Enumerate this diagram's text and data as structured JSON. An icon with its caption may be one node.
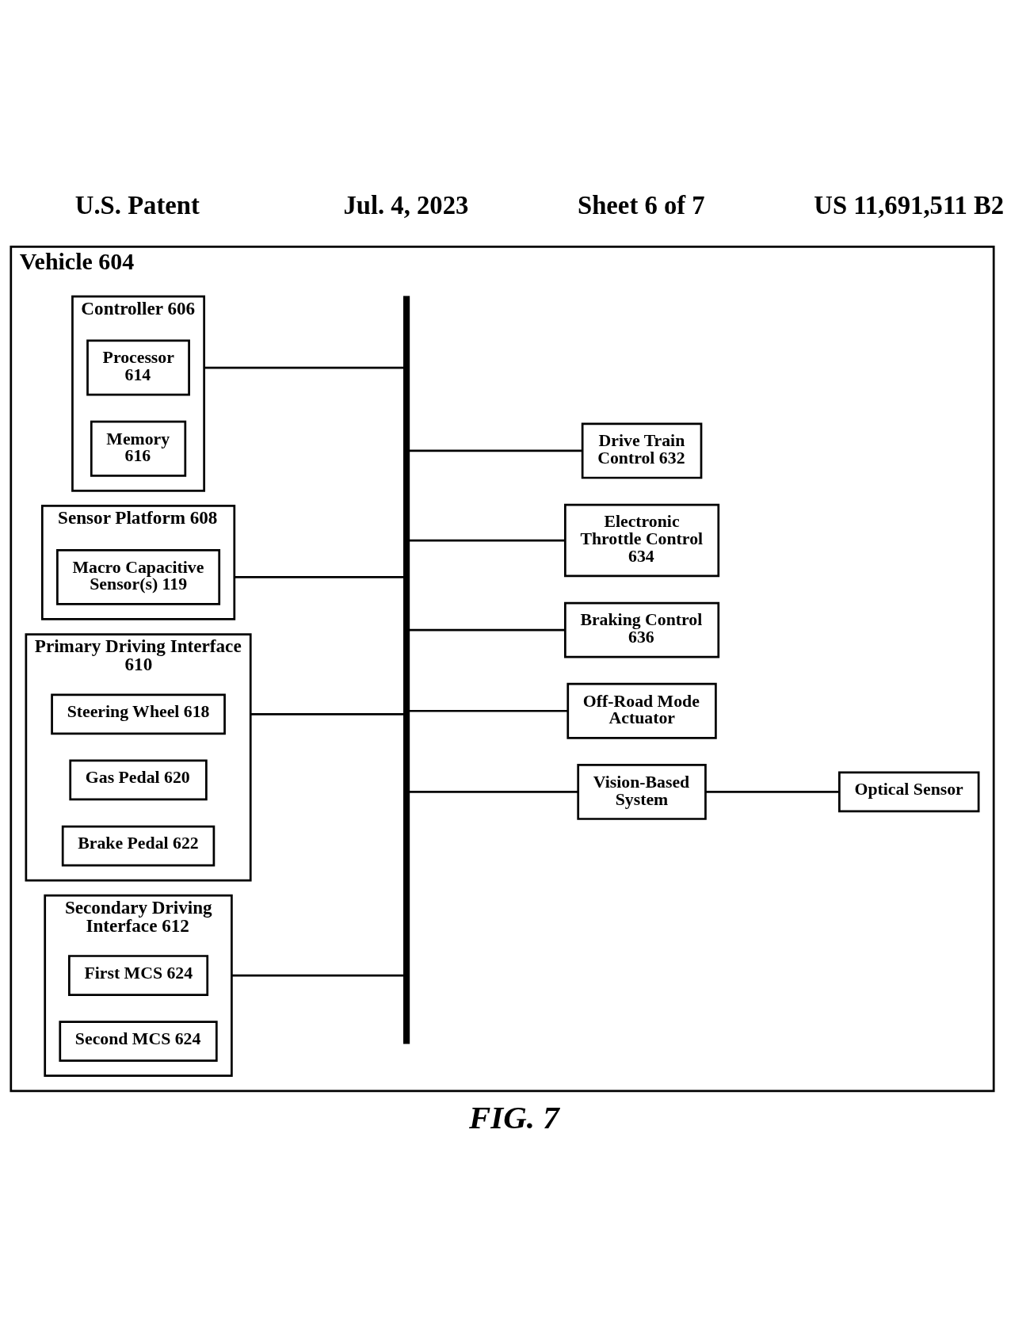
{
  "diagram": {
    "caption": "FIG. 7",
    "nodes": [
      {
        "text": [
          "Vehicle 604"
        ]
      },
      {
        "text": [
          "Controller 606"
        ],
        "in": 0
      },
      {
        "text": [
          "Processor 614"
        ],
        "in": 1
      },
      {
        "text": [
          "Memory 616"
        ],
        "in": 1
      },
      {
        "text": [
          "Sensor Platform 608"
        ],
        "in": 0
      },
      {
        "text": [
          "Macro Capacitive Sensor(s) 119"
        ],
        "in": 4
      },
      {
        "text": [
          "Primary Driving Interface 610"
        ],
        "in": 0
      },
      {
        "text": [
          "Steering Wheel 618"
        ],
        "in": 6
      },
      {
        "text": [
          "Gas Pedal 620"
        ],
        "in": 6
      },
      {
        "text": [
          "Brake Pedal 622"
        ],
        "in": 6
      },
      {
        "text": [
          "Secondary Driving Interface 612"
        ],
        "in": 0
      },
      {
        "text": [
          "First MCS 624"
        ],
        "in": 10
      },
      {
        "text": [
          "Second MCS 624"
        ],
        "in": 10
      },
      {
        "text": [],
        "shape": "bar",
        "in": 0
      },
      {
        "text": [
          "Drive Train Control 632"
        ],
        "in": 0
      },
      {
        "text": [
          "Electronic Throttle Control 634"
        ],
        "in": 0
      },
      {
        "text": [
          "Braking Control 636"
        ],
        "in": 0
      },
      {
        "text": [
          "Off-Road Mode Actuator"
        ],
        "in": 0
      },
      {
        "text": [
          "Vision-Based System"
        ],
        "in": 0
      },
      {
        "text": [
          "Optical Sensor"
        ],
        "in": 0
      }
    ],
    "edges": [
      {
        "from": 1,
        "to": 13,
        "arrow": "none"
      },
      {
        "from": 4,
        "to": 13,
        "arrow": "none"
      },
      {
        "from": 6,
        "to": 13,
        "arrow": "none"
      },
      {
        "from": 10,
        "to": 13,
        "arrow": "none"
      },
      {
        "from": 13,
        "to": 14,
        "arrow": "none"
      },
      {
        "from": 13,
        "to": 15,
        "arrow": "none"
      },
      {
        "from": 13,
        "to": 16,
        "arrow": "none"
      },
      {
        "from": 13,
        "to": 17,
        "arrow": "none"
      },
      {
        "from": 13,
        "to": 18,
        "arrow": "none"
      },
      {
        "from": 18,
        "to": 19,
        "arrow": "none"
      }
    ],
    "labels": [
      "U.S. Patent",
      "Jul. 4, 2023",
      "Sheet 6 of 7",
      "US 11,691,511 B2"
    ]
  }
}
